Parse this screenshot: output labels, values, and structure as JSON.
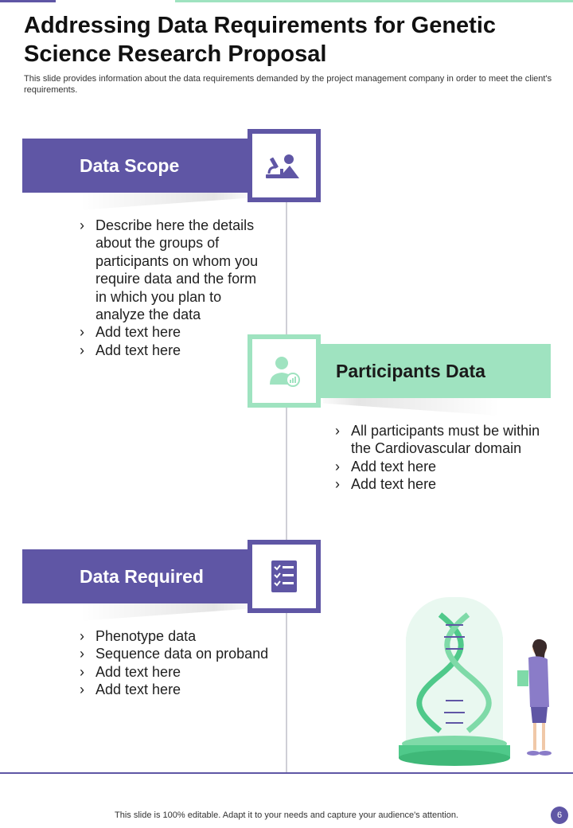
{
  "header": {
    "title": "Addressing Data Requirements for Genetic Science Research Proposal",
    "subtitle": "This slide provides information about the data requirements demanded by the project management company in order to meet the client's requirements."
  },
  "sections": [
    {
      "heading": "Data Scope",
      "icon": "researcher-microscope-icon",
      "bullets": [
        "Describe here the details about the groups of participants on whom you require data and the form in which you plan to analyze the data",
        "Add text here",
        "Add text here"
      ]
    },
    {
      "heading": "Participants Data",
      "icon": "participant-chart-icon",
      "bullets": [
        "All participants must be within the Cardiovascular domain",
        "Add text here",
        "Add text here"
      ]
    },
    {
      "heading": "Data Required",
      "icon": "checklist-icon",
      "bullets": [
        "Phenotype data",
        "Sequence data on proband",
        "Add text here",
        "Add text here"
      ]
    }
  ],
  "footer": {
    "note": "This slide is 100% editable. Adapt it to your needs and capture your audience's attention.",
    "page_number": "6"
  },
  "colors": {
    "purple": "#5f56a5",
    "mint": "#9fe3c0",
    "dna_green": "#4fc98a"
  }
}
